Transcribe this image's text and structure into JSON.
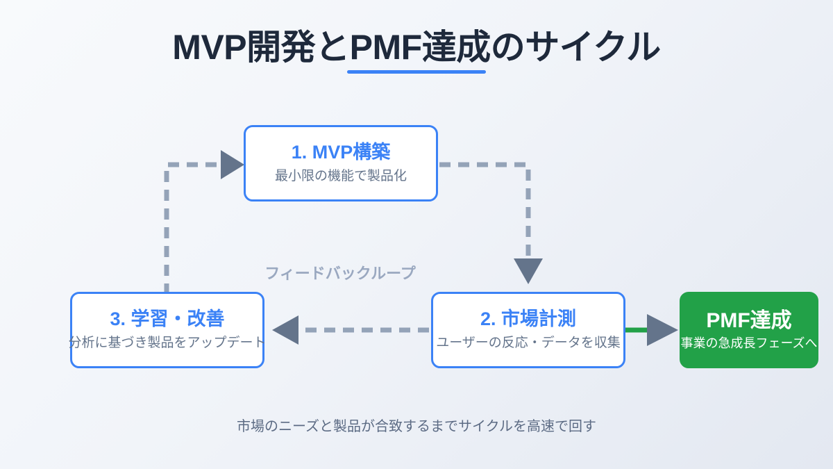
{
  "header": {
    "title": "MVP開発とPMF達成のサイクル",
    "accent_color": "#3b82f6"
  },
  "colors": {
    "primary_blue": "#3b82f6",
    "success_green": "#22a148",
    "arrow_gray": "#64748b",
    "dashed_gray": "#94a3b8",
    "title_dark": "#1e293b",
    "muted_text": "#64748b",
    "background_from": "#f8fafc",
    "background_to": "#e3e8f1"
  },
  "nodes": [
    {
      "id": "mvp",
      "title": "1. MVP構築",
      "subtitle": "最小限の機能で製品化",
      "kind": "step"
    },
    {
      "id": "measure",
      "title": "2. 市場計測",
      "subtitle": "ユーザーの反応・データを収集",
      "kind": "step"
    },
    {
      "id": "learn",
      "title": "3. 学習・改善",
      "subtitle": "分析に基づき製品をアップデート",
      "kind": "step"
    },
    {
      "id": "pmf",
      "title": "PMF達成",
      "subtitle": "事業の急成長フェーズへ",
      "kind": "goal"
    }
  ],
  "connectors": [
    {
      "id": "mvp-to-measure",
      "from": "mvp",
      "to": "measure",
      "style": "dashed",
      "color": "#94a3b8"
    },
    {
      "id": "measure-to-learn",
      "from": "measure",
      "to": "learn",
      "style": "dashed",
      "color": "#94a3b8"
    },
    {
      "id": "learn-to-mvp",
      "from": "learn",
      "to": "mvp",
      "style": "dashed",
      "color": "#94a3b8"
    },
    {
      "id": "measure-to-pmf",
      "from": "measure",
      "to": "pmf",
      "style": "solid",
      "color": "#22a148"
    }
  ],
  "labels": {
    "feedback_loop": "フィードバックループ",
    "footer_note": "市場のニーズと製品が合致するまでサイクルを高速で回す"
  }
}
